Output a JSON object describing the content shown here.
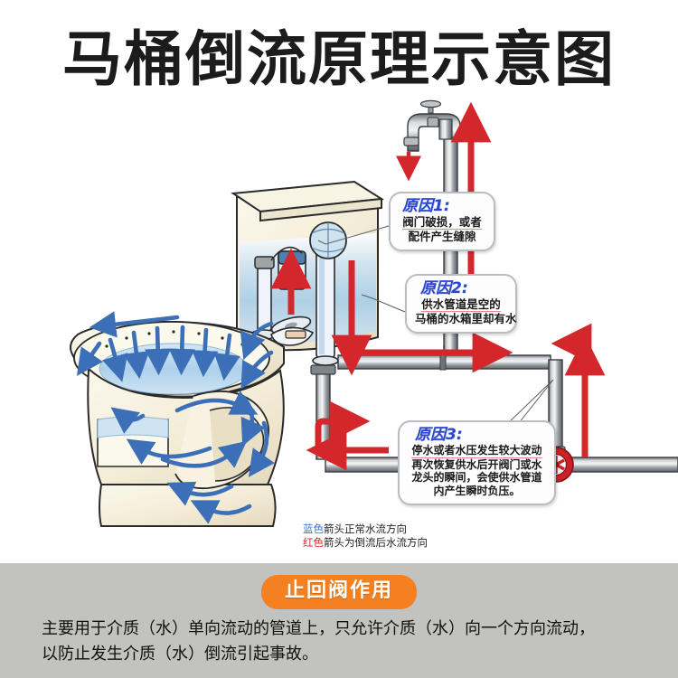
{
  "title": "马桶倒流原理示意图",
  "callouts": [
    {
      "id": "1",
      "head": "原因1:",
      "line1": "阀门破损，或者",
      "line2": "配件产生缝隙"
    },
    {
      "id": "2",
      "head": "原因2:",
      "line1": "供水管道是空的",
      "line2": "马桶的水箱里却有水"
    },
    {
      "id": "3",
      "head": "原因3:",
      "line1": "停水或者水压发生较大波动",
      "line2": "再次恢复供水后开阀门或水",
      "line3": "龙头的瞬间，会使供水管道",
      "line4": "内产生瞬时负压。"
    }
  ],
  "legend": {
    "blue_label": "蓝色",
    "blue_text": "箭头正常水流方向",
    "red_label": "红色",
    "red_text": "箭头为倒流后水流方向"
  },
  "panel": {
    "badge": "止回阀作用",
    "line1": "主要用于介质（水）单向流动的管道上，只允许介质（水）向一个方向流动，",
    "line2": "以防止发生介质（水）倒流引起事故。"
  },
  "colors": {
    "background": "#ffffff",
    "panel_bg": "#c2c2bf",
    "badge_bg": "#f4801f",
    "callout_head": "#2a45cf",
    "arrow_red": "#d4272b",
    "arrow_blue": "#3b74c4",
    "pipe_gray": "#8e9295",
    "valve_red": "#cc2026",
    "porcelain": "#f4eedb",
    "water_blue": "#bcd9ee"
  }
}
